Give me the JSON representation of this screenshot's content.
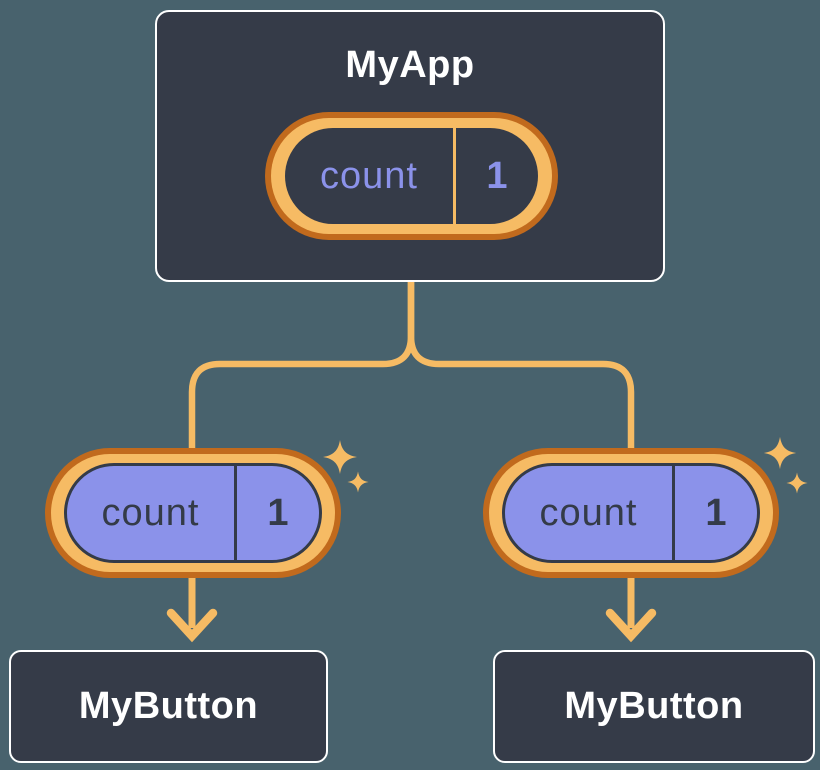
{
  "colors": {
    "background": "#48626D",
    "card": "#353B48",
    "card-border": "#FFFFFF",
    "accent-dark": "#C16A1D",
    "accent-light": "#F6BB64",
    "purple": "#8B92EA",
    "ink": "#343B48",
    "text-light": "#FFFFFF"
  },
  "icons": {
    "sparkle": "four-point-star",
    "arrow": "down-arrow"
  },
  "root": {
    "title": "MyApp",
    "state": {
      "name": "count",
      "value": "1"
    }
  },
  "children": [
    {
      "title": "MyButton",
      "state": {
        "name": "count",
        "value": "1"
      }
    },
    {
      "title": "MyButton",
      "state": {
        "name": "count",
        "value": "1"
      }
    }
  ]
}
